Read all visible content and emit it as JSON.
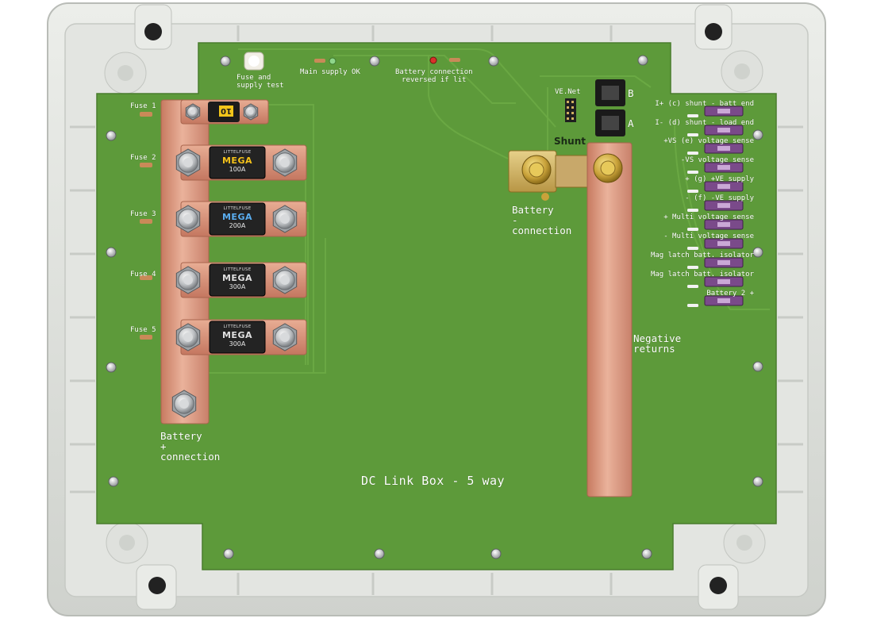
{
  "board": {
    "title": "DC Link Box - 5 way",
    "indicators": {
      "fuse_supply_test": "Fuse and\nsupply test",
      "main_supply_ok": "Main supply OK",
      "battery_reversed": "Battery connection\nreversed if lit"
    },
    "fuse_labels": [
      "Fuse 1",
      "Fuse 2",
      "Fuse 3",
      "Fuse 4",
      "Fuse 5"
    ],
    "small_fuse_text": "10",
    "mega_fuses": [
      {
        "brand": "LITTELFUSE",
        "model": "MEGA",
        "rating": "100A",
        "model_color": "#f4c21a"
      },
      {
        "brand": "LITTELFUSE",
        "model": "MEGA",
        "rating": "200A",
        "model_color": "#5aaef0"
      },
      {
        "brand": "LITTELFUSE",
        "model": "MEGA",
        "rating": "300A",
        "model_color": "#e0e0e0"
      },
      {
        "brand": "LITTELFUSE",
        "model": "MEGA",
        "rating": "300A",
        "model_color": "#e0e0e0"
      }
    ],
    "battery_plus": "Battery\n+\nconnection",
    "battery_minus": "Battery\n-\nconnection",
    "shunt": "Shunt",
    "negative_returns": "Negative\nreturns",
    "ve_net": "VE.Net",
    "port_a": "A",
    "port_b": "B",
    "terminals": [
      "I+ (c) shunt - batt end",
      "I- (d) shunt - load end",
      "+VS (e) voltage sense",
      "-VS voltage sense",
      "+  (g) +VE supply",
      "-  (f) -VE supply",
      "+ Multi voltage sense",
      "- Multi voltage sense",
      "Mag latch batt. isolator",
      "Mag latch batt. isolator",
      "Battery 2 +"
    ]
  },
  "colors": {
    "pcb": "#5d9a3a",
    "copper": "#d9937a",
    "enclosure": "#d8dad6",
    "connector": "#7a4a8a"
  }
}
